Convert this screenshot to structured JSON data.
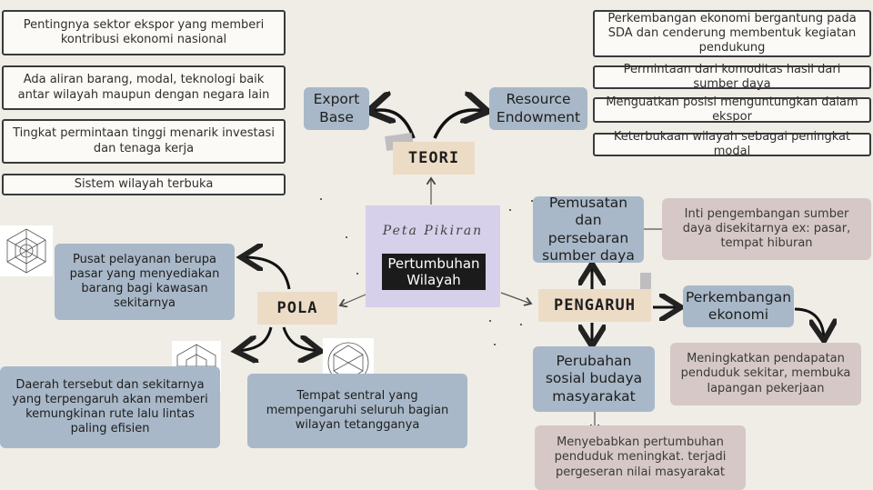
{
  "center": {
    "script": "Peta Pikiran",
    "title": "Pertumbuhan Wilayah"
  },
  "teori": {
    "label": "TEORI",
    "export_base": "Export Base",
    "resource_endowment": "Resource Endowment",
    "export_points": [
      "Pentingnya sektor ekspor yang memberi kontribusi ekonomi nasional",
      "Ada aliran barang, modal, teknologi baik antar wilayah maupun dengan negara lain",
      "Tingkat permintaan tinggi menarik investasi dan tenaga kerja",
      "Sistem wilayah terbuka"
    ],
    "resource_points": [
      "Perkembangan ekonomi bergantung pada SDA dan cenderung membentuk kegiatan pendukung",
      "Permintaan dari komoditas hasil dari sumber daya",
      "Menguatkan posisi menguntungkan dalam ekspor",
      "Keterbukaan wilayah sebagai peningkat modal"
    ]
  },
  "pola": {
    "label": "POLA",
    "items": [
      "Pusat pelayanan berupa pasar yang menyediakan barang bagi kawasan sekitarnya",
      "Daerah tersebut dan sekitarnya yang terpengaruh akan memberi kemungkinan rute lalu lintas paling efisien",
      "Tempat sentral yang mempengaruhi seluruh bagian wilayan tetangganya"
    ]
  },
  "pengaruh": {
    "label": "PENGARUH",
    "pemusatan": "Pemusatan dan persebaran sumber daya",
    "pemusatan_note": "Inti pengembangan sumber daya disekitarnya ex: pasar, tempat hiburan",
    "perkembangan": "Perkembangan ekonomi",
    "perkembangan_note": "Meningkatkan pendapatan penduduk sekitar, membuka lapangan pekerjaan",
    "perubahan": "Perubahan sosial budaya masyarakat",
    "perubahan_note": "Menyebabkan pertumbuhan penduduk meningkat. terjadi pergeseran nilai masyarakat"
  },
  "colors": {
    "background": "#efede6",
    "blue_box": "#a8b8c8",
    "mauve_box": "#d5c8c6",
    "tag": "#ecdcc6",
    "center_card": "#d6d0ea"
  },
  "icons": [
    "hexagon-network-icon"
  ]
}
